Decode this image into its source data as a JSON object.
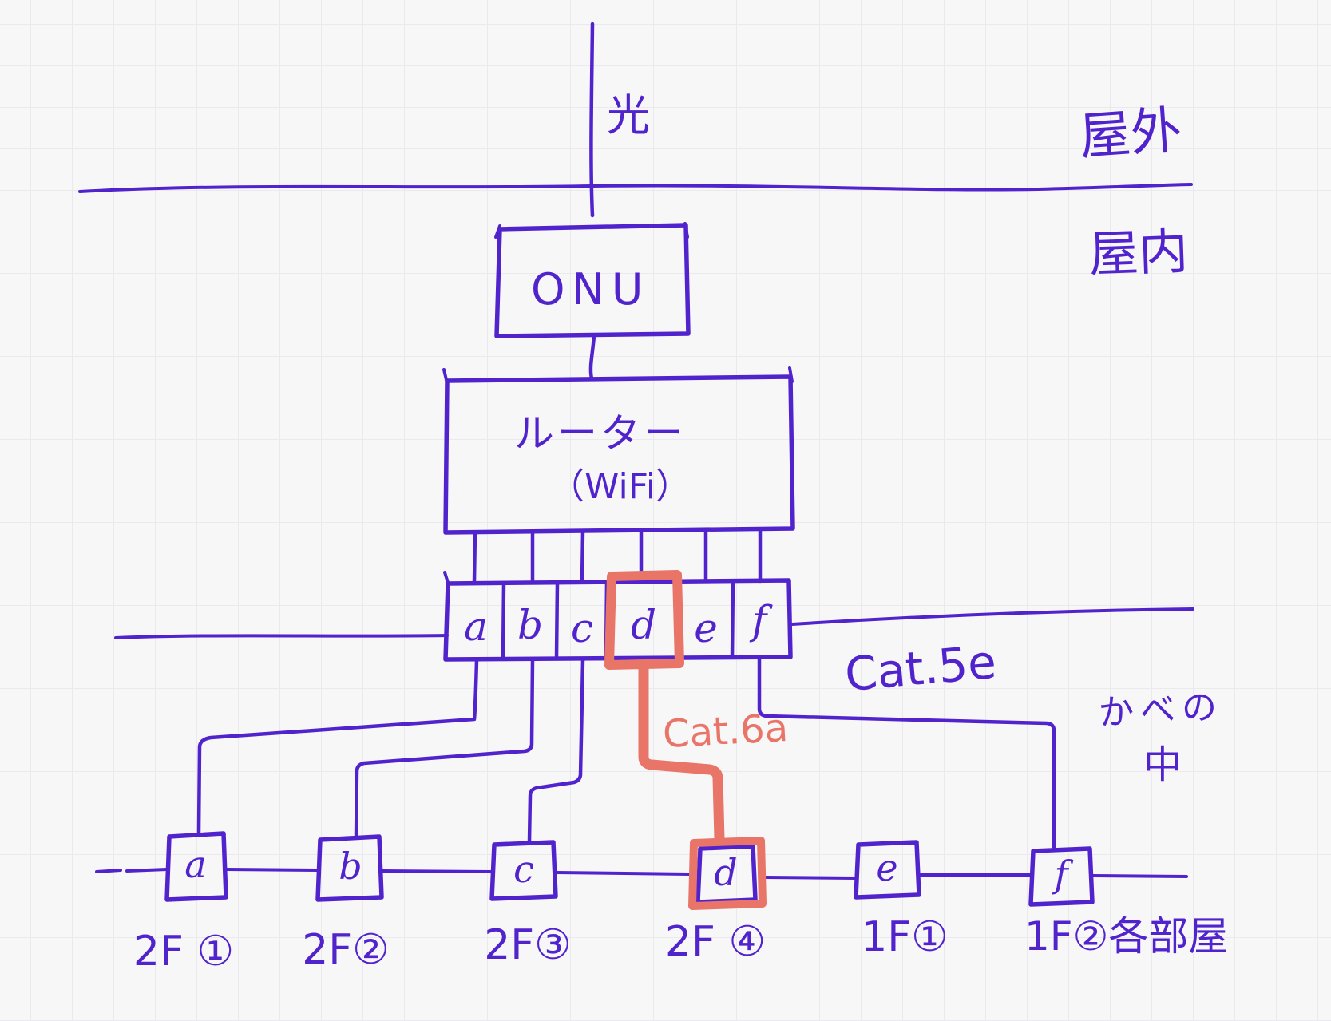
{
  "colors": {
    "ink": "#5123cd",
    "highlight": "#e87568",
    "paper": "#f7f7f8",
    "grid": "#e9e9ee"
  },
  "labels": {
    "fiber": "光",
    "outdoor": "屋外",
    "indoor": "屋内",
    "onu": "ONU",
    "router_line1": "ルーター",
    "router_line2": "（WiFi）",
    "cat5e": "Cat.5e",
    "cat6a": "Cat.6a",
    "in_wall_line1": "かべの",
    "in_wall_line2": "中"
  },
  "panel": {
    "ports": [
      "a",
      "b",
      "c",
      "d",
      "e",
      "f"
    ],
    "highlighted_port": "d"
  },
  "outlets": [
    {
      "port": "a",
      "room": "2F ①",
      "highlighted": false
    },
    {
      "port": "b",
      "room": "2F②",
      "highlighted": false
    },
    {
      "port": "c",
      "room": "2F③",
      "highlighted": false
    },
    {
      "port": "d",
      "room": "2F ④",
      "highlighted": true
    },
    {
      "port": "e",
      "room": "1F①",
      "highlighted": false
    },
    {
      "port": "f",
      "room": "1F②各部屋",
      "highlighted": false
    }
  ]
}
